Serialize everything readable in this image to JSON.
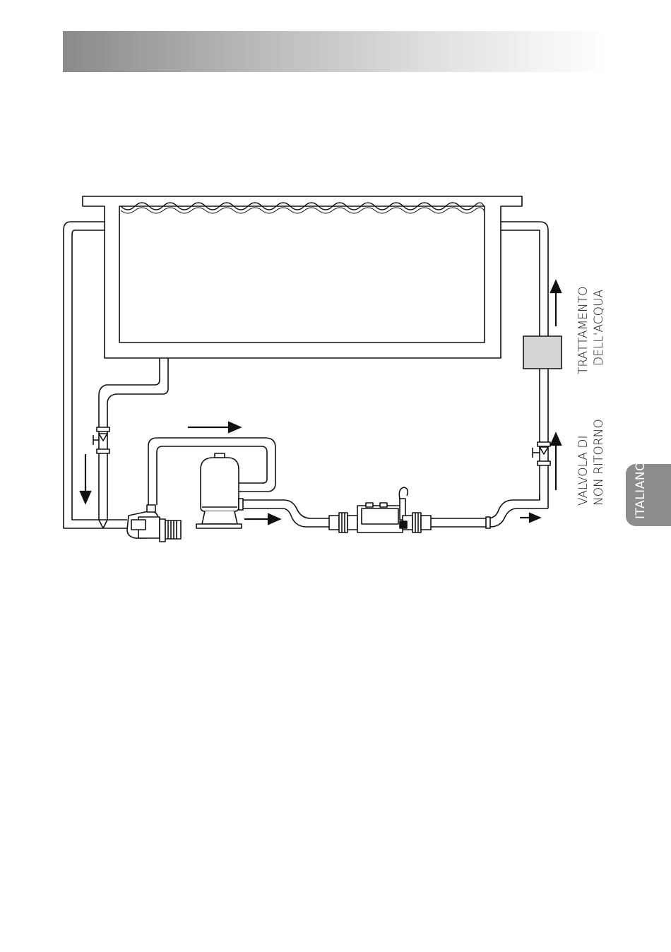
{
  "header": {
    "bar": ""
  },
  "labels": {
    "treatment_line1": "TRATTAMENTO",
    "treatment_line2": "DELL'ACQUA",
    "valve_line1": "VALVOLA DI",
    "valve_line2": "NON RITORNO"
  },
  "side_tab": {
    "language": "ITALIANO"
  },
  "colors": {
    "header_gradient_start": "#8a8a8a",
    "tab": "#8c8c8c",
    "box": "#d4d4d4"
  }
}
